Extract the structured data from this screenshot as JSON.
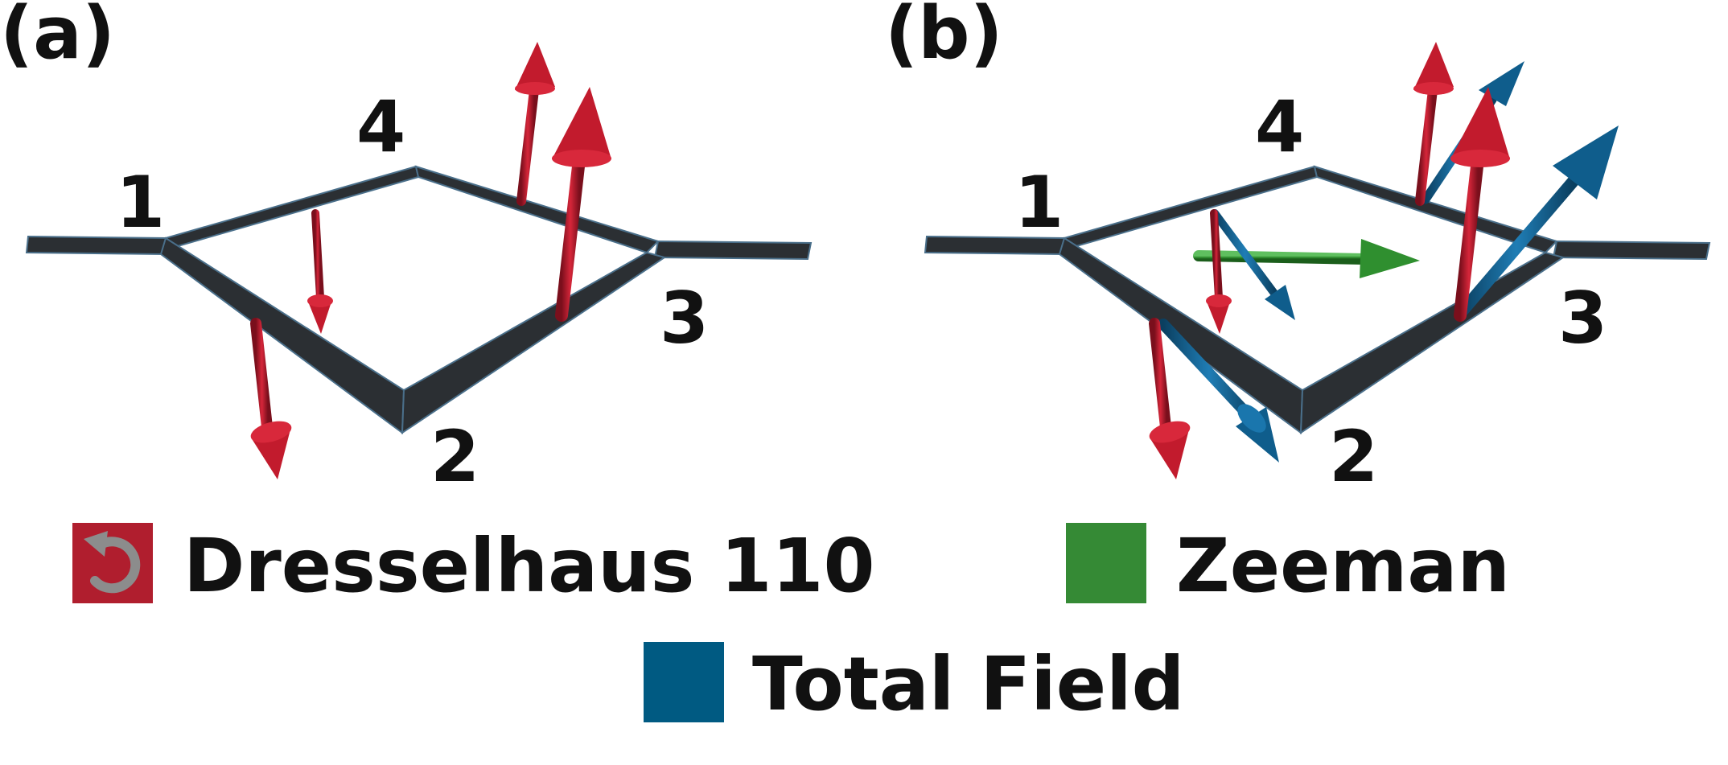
{
  "panels": [
    {
      "label": "(a)",
      "nodes": [
        "1",
        "2",
        "3",
        "4"
      ]
    },
    {
      "label": "(b)",
      "nodes": [
        "1",
        "2",
        "3",
        "4"
      ]
    }
  ],
  "legend": {
    "dresselhaus": {
      "label": "Dresselhaus 110",
      "color": "#b01e2e",
      "icon": "rotation-arrow-icon"
    },
    "zeeman": {
      "label": "Zeeman",
      "color": "#358a35"
    },
    "total_field": {
      "label": "Total Field",
      "color": "#005a82"
    }
  },
  "colors": {
    "ring": "#2b2f33",
    "ring_edge": "#4a6f8a",
    "dresselhaus_arrow": "#c21b2d",
    "zeeman_arrow": "#2f8f2f",
    "total_field_arrow": "#0f5d8c"
  }
}
